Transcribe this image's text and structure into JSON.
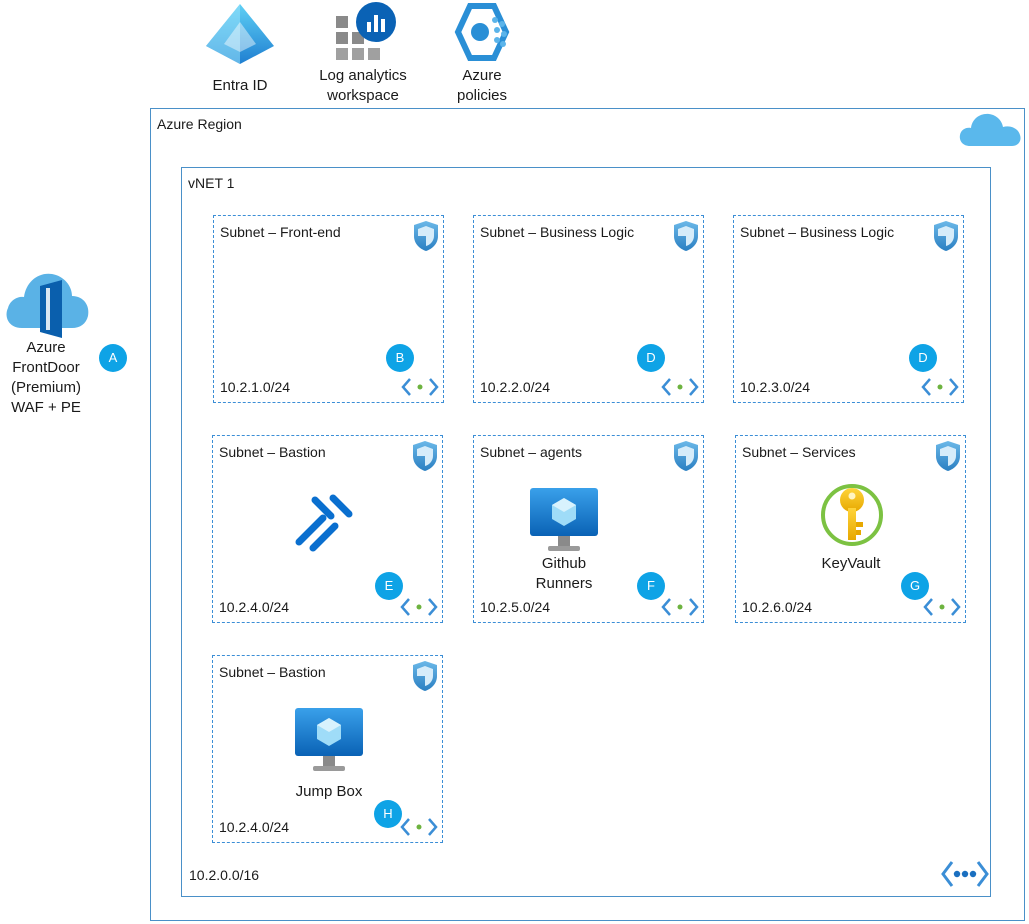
{
  "top_services": [
    {
      "label_lines": [
        "Entra ID"
      ],
      "icon": "entra-id-icon"
    },
    {
      "label_lines": [
        "Log analytics",
        "workspace"
      ],
      "icon": "log-analytics-icon"
    },
    {
      "label_lines": [
        "Azure",
        "policies"
      ],
      "icon": "azure-policy-icon"
    }
  ],
  "frontdoor": {
    "label_lines": [
      "Azure",
      "FrontDoor",
      "(Premium)",
      "WAF + PE"
    ],
    "badge": "A",
    "icon": "frontdoor-icon"
  },
  "region": {
    "label": "Azure Region",
    "icon": "cloud-icon"
  },
  "vnet": {
    "label": "vNET 1",
    "cidr": "10.2.0.0/16",
    "icon": "vnet-icon"
  },
  "subnets": [
    {
      "title": "Subnet – Front-end",
      "cidr": "10.2.1.0/24",
      "badge": "B"
    },
    {
      "title": "Subnet – Business Logic",
      "cidr": "10.2.2.0/24",
      "badge": "D"
    },
    {
      "title": "Subnet – Business Logic",
      "cidr": "10.2.3.0/24",
      "badge": "D"
    },
    {
      "title": "Subnet – Bastion",
      "cidr": "10.2.4.0/24",
      "badge": "E",
      "content_icon": "bastion-icon"
    },
    {
      "title": "Subnet – agents",
      "cidr": "10.2.5.0/24",
      "badge": "F",
      "content_icon": "vm-icon",
      "content_label_lines": [
        "Github",
        "Runners"
      ]
    },
    {
      "title": "Subnet – Services",
      "cidr": "10.2.6.0/24",
      "badge": "G",
      "content_icon": "keyvault-icon",
      "content_label_lines": [
        "KeyVault"
      ]
    },
    {
      "title": "Subnet – Bastion",
      "cidr": "10.2.4.0/24",
      "badge": "H",
      "content_icon": "vm-icon",
      "content_label_lines": [
        "Jump Box"
      ]
    }
  ],
  "colors": {
    "badge": "#0ea3e6",
    "border": "#3b8ed6",
    "accent": "#0078d4"
  }
}
